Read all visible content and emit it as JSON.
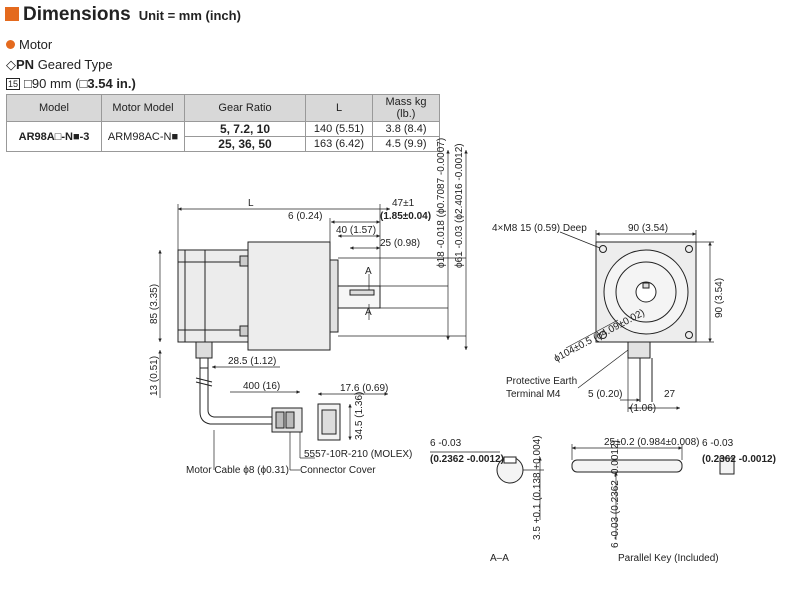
{
  "header": {
    "title": "Dimensions",
    "unit": "Unit = mm (inch)"
  },
  "section": "Motor",
  "subsection": {
    "prefix": "PN",
    "suffix": "Geared Type"
  },
  "frame": {
    "num": "15",
    "text": "90 mm (",
    "text2": "3.54 in.)"
  },
  "table": {
    "headers": [
      "Model",
      "Motor Model",
      "Gear Ratio",
      "L",
      "Mass kg (lb.)"
    ],
    "model": "AR98A□-N■-3",
    "motor_model": "ARM98AC-N■",
    "rows": [
      {
        "gear": "5, 7.2, 10",
        "L": "140 (5.51)",
        "mass": "3.8 (8.4)"
      },
      {
        "gear": "25, 36, 50",
        "L": "163 (6.42)",
        "mass": "4.5 (9.9)"
      }
    ]
  },
  "dims": {
    "L": "L",
    "d47": "47±1",
    "d185": "(1.85±0.04)",
    "d6": "6 (0.24)",
    "d40": "40 (1.57)",
    "d25": "25 (0.98)",
    "A": "A",
    "d85": "85 (3.35)",
    "d13": "13 (0.51)",
    "d285": "28.5 (1.12)",
    "d400": "400 (16)",
    "d176": "17.6 (0.69)",
    "d345": "34.5 (1.36)",
    "shaft18": "ϕ18 -0.018 (ϕ0.7087 -0.0007)",
    "shaft61": "ϕ61 -0.03 (ϕ2.4016 -0.0012)",
    "molex": "5557-10R-210 (MOLEX)",
    "connector_cover": "Connector Cover",
    "motor_cable": "Motor Cable ϕ8 (ϕ0.31)",
    "m8": "4×M8 15 (0.59) Deep",
    "d90w": "90 (3.54)",
    "d90h": "90 (3.54)",
    "pcd": "ϕ104±0.5 (ϕ4.09±0.02)",
    "earth1": "Protective Earth",
    "earth2": "Terminal M4",
    "d5": "5 (0.20)",
    "d27": "27",
    "d106": "(1.06)",
    "key_w1": "6 -0.03",
    "key_w1b": "(0.2362 -0.0012)",
    "key_h": "3.5 +0.1 (0.138 +0.004)",
    "key_25": "25±0.2 (0.984±0.008)",
    "key_w2": "6 -0.03",
    "key_w2b": "(0.2362 -0.0012)",
    "key_v": "6 -0.03 (0.2362 -0.0012)",
    "aa": "A–A",
    "parallel_key": "Parallel Key (Included)"
  }
}
